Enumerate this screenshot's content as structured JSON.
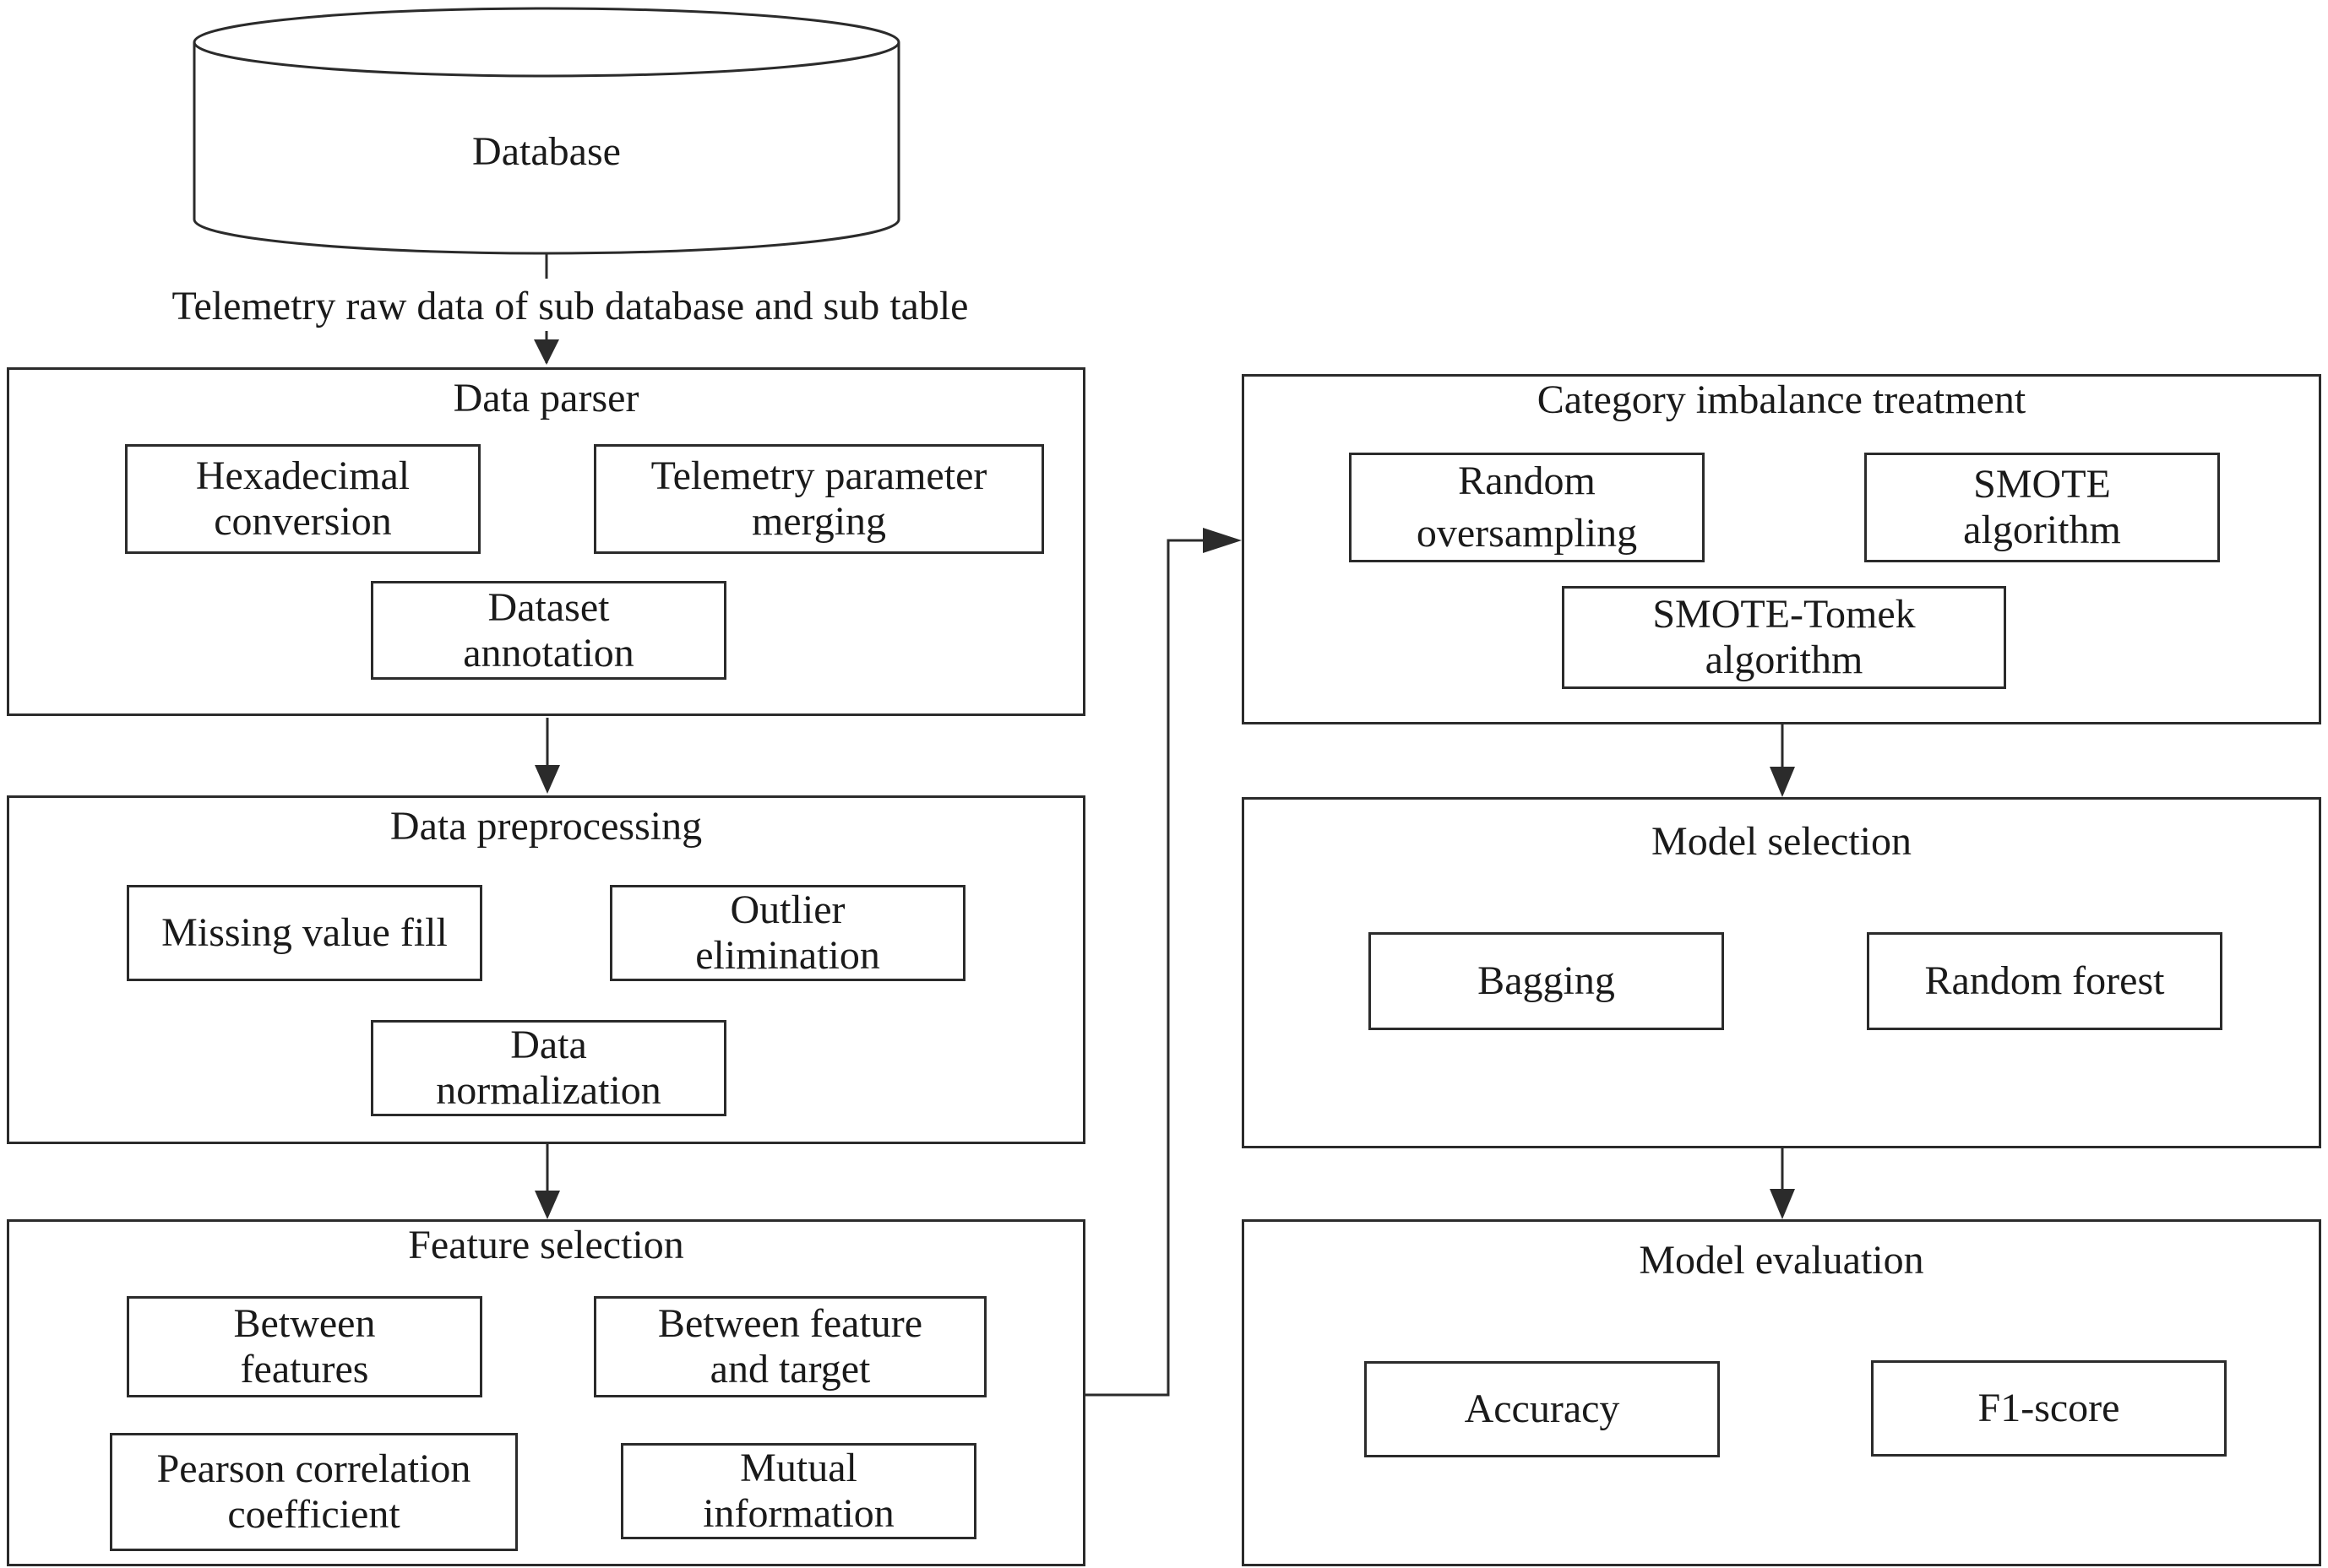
{
  "database": {
    "label": "Database"
  },
  "edge_label": "Telemetry raw data of sub database and sub table",
  "data_parser": {
    "title": "Data parser",
    "items": [
      "Hexadecimal conversion",
      "Telemetry parameter merging",
      "Dataset annotation"
    ]
  },
  "data_preprocessing": {
    "title": "Data preprocessing",
    "items": [
      "Missing value fill",
      "Outlier elimination",
      "Data normalization"
    ]
  },
  "feature_selection": {
    "title": "Feature selection",
    "items": [
      "Between features",
      "Between feature and target",
      "Pearson correlation coefficient",
      "Mutual information"
    ]
  },
  "category_imbalance": {
    "title": "Category imbalance treatment",
    "items": [
      "Random oversampling",
      "SMOTE algorithm",
      "SMOTE-Tomek algorithm"
    ]
  },
  "model_selection": {
    "title": "Model selection",
    "items": [
      "Bagging",
      "Random forest"
    ]
  },
  "model_evaluation": {
    "title": "Model evaluation",
    "items": [
      "Accuracy",
      "F1-score"
    ]
  }
}
